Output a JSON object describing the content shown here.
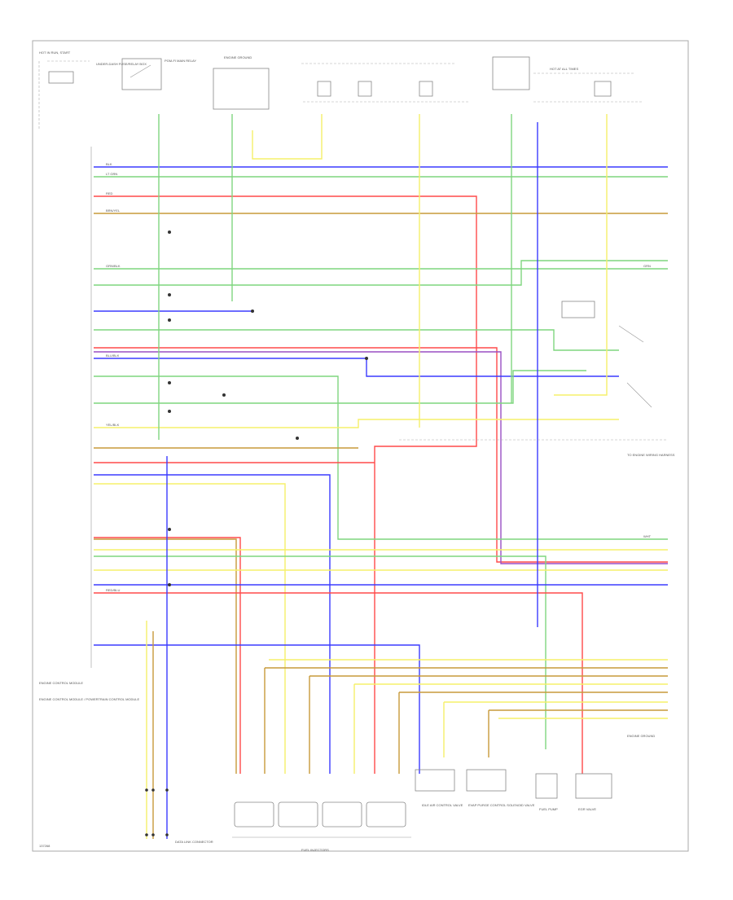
{
  "diagram": {
    "footer_code": "137268",
    "colors": {
      "blue": "#3b3bff",
      "green": "#7fd67f",
      "red": "#ff4a4a",
      "orange": "#c79a3a",
      "yellow": "#f5f06a",
      "purple": "#9a4fc4",
      "gray": "#888888"
    },
    "labels": {
      "top_left_power": "HOT IN RUN, START",
      "fuse_box_left": "UNDER-DASH FUSE/RELAY BOX",
      "main_relay": "PGM-FI MAIN RELAY",
      "engine_ground": "ENGINE GROUND",
      "hot_at_all_times": "HOT AT ALL TIMES",
      "ecm_block": "ENGINE CONTROL MODULE",
      "pcm_title": "ENGINE CONTROL MODULE / POWERTRAIN CONTROL MODULE",
      "fuel_injectors": "FUEL INJECTORS",
      "iac_valve": "IDLE AIR CONTROL VALVE",
      "evap_valve": "EVAP PURGE CONTROL SOLENOID VALVE",
      "fuel_pump": "FUEL PUMP",
      "egr_valve": "EGR VALVE",
      "connector_note": "DATA LINK CONNECTOR",
      "right_connector": "TO ENGINE WIRING HARNESS",
      "ground_note": "ENGINE GROUND"
    },
    "wire_codes": {
      "blk": "BLK",
      "ltgrn": "LT GRN",
      "red": "RED",
      "brnyel": "BRN/YEL",
      "grnblk": "GRN/BLK",
      "yelblk": "YEL/BLK",
      "blublk": "BLU/BLK",
      "redblu": "RED/BLU",
      "wht": "WHT",
      "grn": "GRN"
    }
  }
}
